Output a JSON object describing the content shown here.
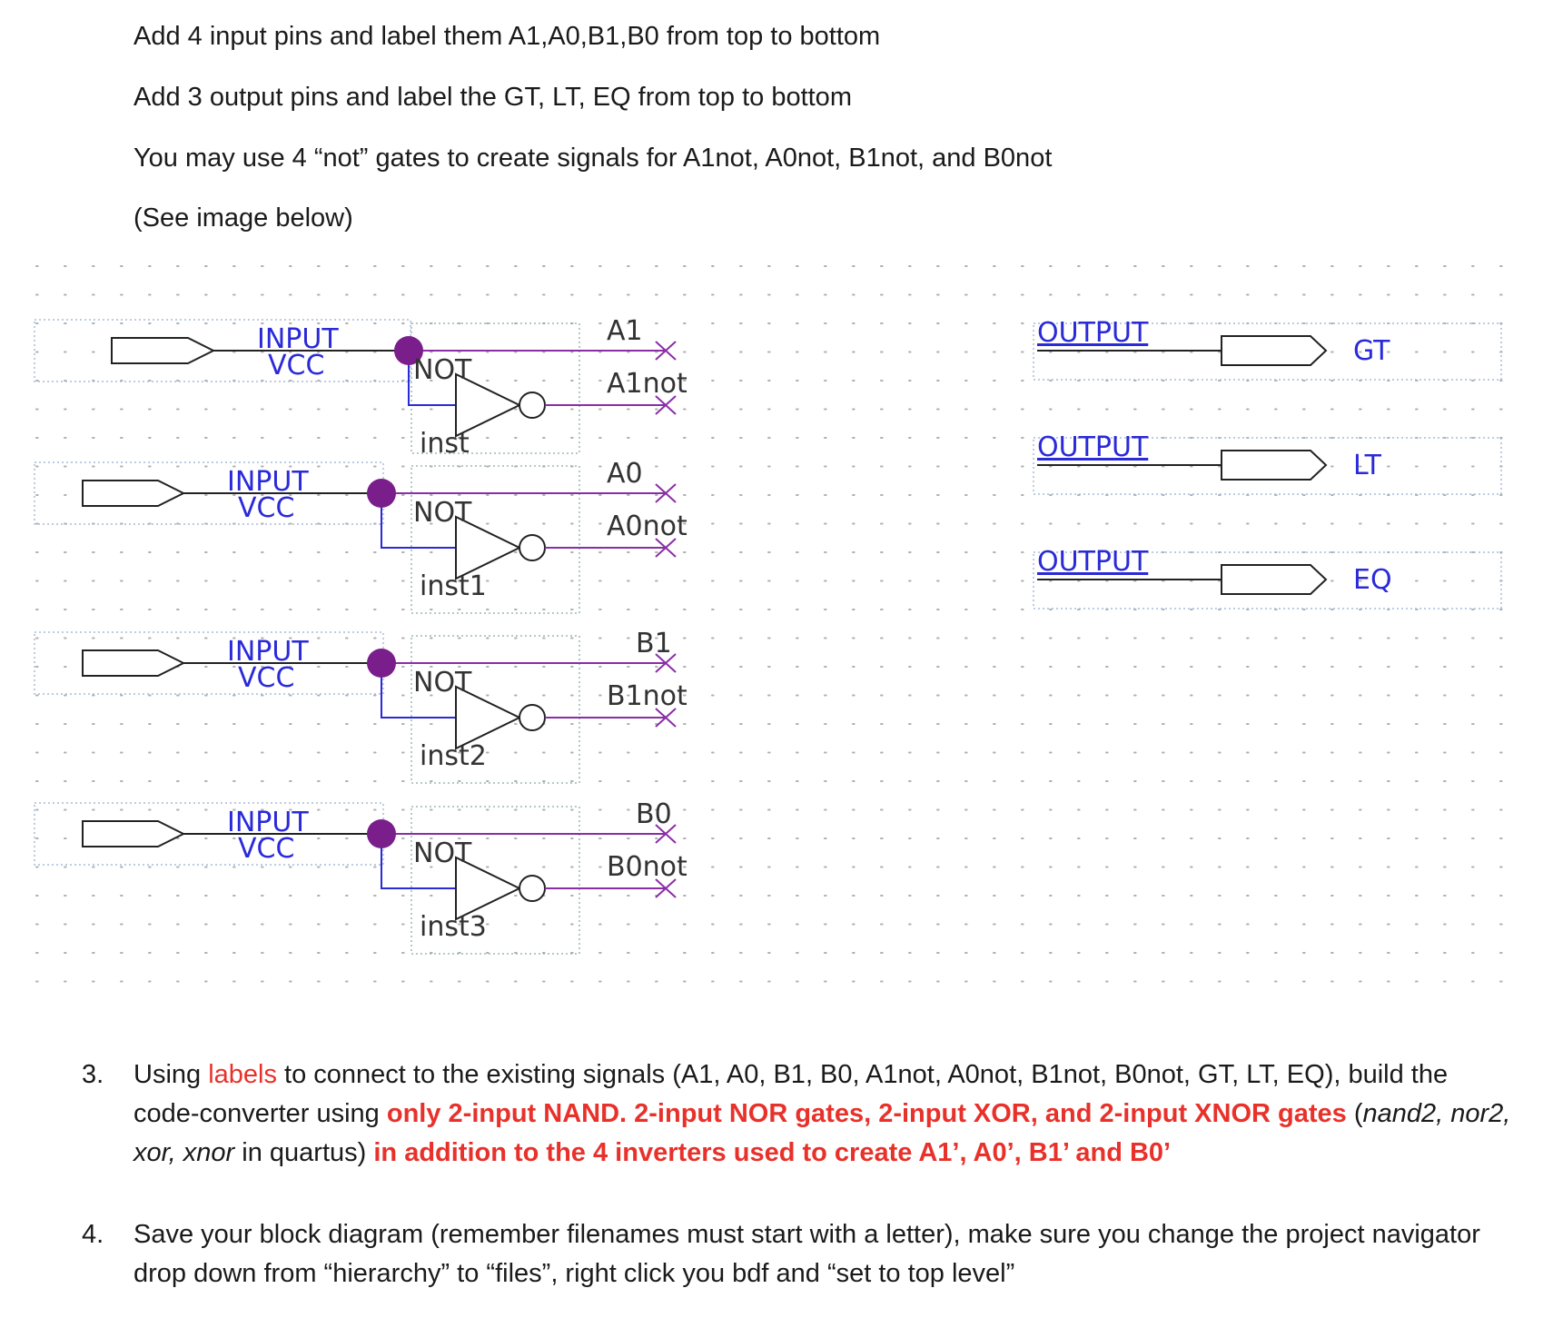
{
  "instructions": [
    "Add 4 input pins and label them A1,A0,B1,B0 from top to bottom",
    "Add 3 output pins and label the GT, LT, EQ from top to bottom",
    "You may use 4 “not” gates to create signals for A1not, A0not, B1not, and B0not",
    "(See image below)"
  ],
  "schematic": {
    "inputs": [
      {
        "type_label": "INPUT",
        "value_label": "VCC",
        "gate_label": "NOT",
        "instance": "inst",
        "signal": "A1",
        "signal_not": "A1not"
      },
      {
        "type_label": "INPUT",
        "value_label": "VCC",
        "gate_label": "NOT",
        "instance": "inst1",
        "signal": "A0",
        "signal_not": "A0not"
      },
      {
        "type_label": "INPUT",
        "value_label": "VCC",
        "gate_label": "NOT",
        "instance": "inst2",
        "signal": "B1",
        "signal_not": "B1not"
      },
      {
        "type_label": "INPUT",
        "value_label": "VCC",
        "gate_label": "NOT",
        "instance": "inst3",
        "signal": "B0",
        "signal_not": "B0not"
      }
    ],
    "outputs": [
      {
        "type_label": "OUTPUT",
        "name": "GT"
      },
      {
        "type_label": "OUTPUT",
        "name": "LT"
      },
      {
        "type_label": "OUTPUT",
        "name": "EQ"
      }
    ],
    "colors": {
      "wire_purple": "#8a2da6",
      "node": "#7a1e8c",
      "label_blue": "#2a2ad8",
      "grid_dot": "#b0b0b0",
      "border_dot": "#a8bcd8"
    }
  },
  "step3": {
    "number": "3.",
    "seg1": "Using ",
    "seg2_red": "labels",
    "seg3": " to connect to the existing signals (A1, A0, B1, B0, A1not, A0not, B1not, B0not, GT, LT, EQ), build the code-converter using ",
    "seg4_redbold": "only 2-input NAND. 2-input NOR gates, 2-input XOR, and 2-input XNOR gates",
    "seg5": " (",
    "seg6_italic": "nand2, nor2, xor, xnor",
    "seg7": " in quartus) ",
    "seg8_redbold": "in addition to the 4 inverters used to create A1’, A0’, B1’ and B0’"
  },
  "step4": {
    "number": "4.",
    "text": "Save your block diagram (remember filenames must start with a letter), make sure you change the project navigator drop down from “hierarchy” to “files”, right click you bdf and “set to top level”"
  }
}
